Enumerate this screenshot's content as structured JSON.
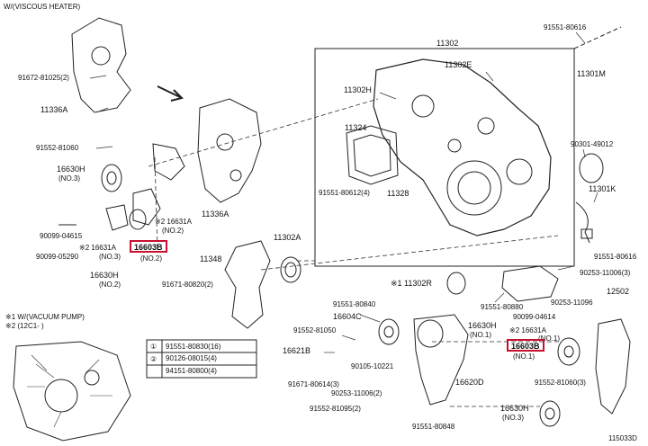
{
  "header": {
    "viscous": "W/(VISCOUS HEATER)",
    "vacuum_note": "※1  W/(VACUUM PUMP)",
    "vacuum_note2": "※2  (12C1-     )"
  },
  "labels": {
    "p91672": "91672-81025(2)",
    "p11336A_top": "11336A",
    "p91552_81060": "91552-81060",
    "p16630H_3": "16630H",
    "p16630H_3_no": "(NO.3)",
    "p90099_04615": "90099-04615",
    "p16631A_l": "※2 16631A",
    "p16631A_l_no": "(NO.3)",
    "p90099_05290": "90099-05290",
    "p16631A": "※2  16631A",
    "p16631A_no": "(NO.2)",
    "p16603B_l": "16603B",
    "p16603B_l_no": "(NO.2)",
    "p16630H_2": "16630H",
    "p16630H_2_no": "(NO.2)",
    "p11336A_mid": "11336A",
    "p11348": "11348",
    "p11302A": "11302A",
    "p91671": "91671-80820(2)",
    "p11302": "11302",
    "p11302E": "11302E",
    "p11302H": "11302H",
    "p11324": "11324",
    "p91551_80612": "91551-80612(4)",
    "p11328": "11328",
    "p91551_80616": "91551-80616",
    "p11301M": "11301M",
    "p90301": "90301-49012",
    "p11301K": "11301K",
    "p91551_80616b": "91551-80616",
    "p90253_11006_3": "90253-11006(3)",
    "p90253_11096": "90253-11096",
    "p12502": "12502",
    "p11302R": "※1  11302R",
    "p91551_80840": "91551-80840",
    "p16604C": "16604C",
    "p91552_81050": "91552-81050",
    "p16621B": "16621B",
    "p16630H_1": "16630H",
    "p16630H_1_no": "(NO.1)",
    "p91551_80880": "91551-80880",
    "p90099_04614": "90099-04614",
    "p16631A_r": "※2   16631A",
    "p16631A_r_no": "(NO.1)",
    "p16603B_r": "16603B",
    "p16603B_r_no": "(NO.1)",
    "p90105_10221": "90105-10221",
    "p91671_80614": "91671-80614(3)",
    "p90253_11006_2": "90253-11006(2)",
    "p16620D": "16620D",
    "p91552_81060_3": "91552-81060(3)",
    "p91552_81095": "91552-81095(2)",
    "p91551_80848": "91551-80848",
    "p16630H_3b": "16630H",
    "p16630H_3b_no": "(NO.3)",
    "legend_1": "91551-80830(16)",
    "legend_2": "90126-08015(4)",
    "legend_3": "94151-80800(4)",
    "figure_code": "115033D"
  },
  "highlight_color": "#c8102e"
}
